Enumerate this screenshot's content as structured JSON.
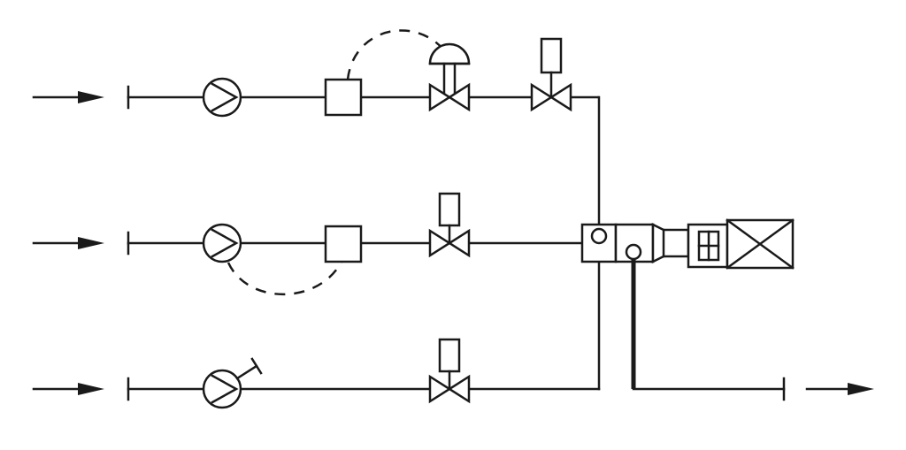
{
  "diagram": {
    "type": "piping-process-schematic",
    "line_color": "#1a1a1a",
    "background": "#ffffff",
    "inlets": [
      {
        "components": [
          "inlet-arrow",
          "pipe-end-cap",
          "pump",
          "measuring-box",
          "diaphragm-control-valve",
          "solenoid-valve"
        ],
        "control_link": "dashed-box-to-diaphragm-valve"
      },
      {
        "components": [
          "inlet-arrow",
          "pipe-end-cap",
          "pump",
          "measuring-box",
          "solenoid-valve"
        ],
        "control_link": "dashed-pump-to-box"
      },
      {
        "components": [
          "inlet-arrow",
          "pipe-end-cap",
          "pump-with-manual-adjuster",
          "solenoid-valve"
        ],
        "control_link": "none"
      }
    ],
    "mixer": [
      "mixing-chamber",
      "mixing-chamber",
      "nozzle",
      "motor-drive"
    ],
    "outlet": [
      "outlet-pipe",
      "pipe-end-cap",
      "outlet-arrow"
    ]
  }
}
